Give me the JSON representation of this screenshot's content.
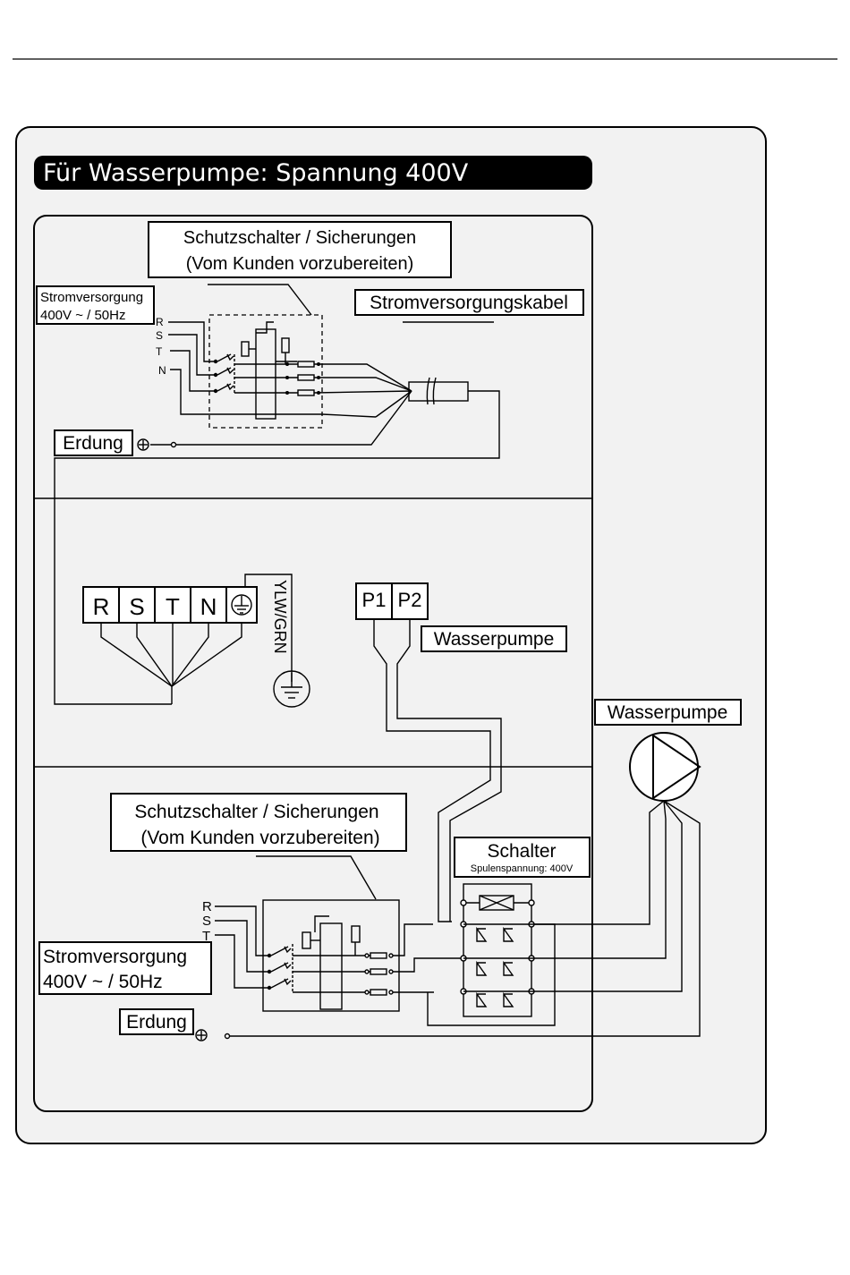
{
  "title": "Für Wasserpumpe: Spannung 400V",
  "top_section": {
    "breaker_label_line1": "Schutzschalter / Sicherungen",
    "breaker_label_line2": "(Vom Kunden vorzubereiten)",
    "power_supply_line1": "Stromversorgung",
    "power_supply_line2": "400V ~ / 50Hz",
    "cable_label": "Stromversorgungskabel",
    "phases": [
      "R",
      "S",
      "T",
      "N"
    ],
    "ground_label": "Erdung"
  },
  "middle_section": {
    "terminals": [
      "R",
      "S",
      "T",
      "N"
    ],
    "ground_wire_label": "YLW/GRN",
    "pump_terminals": [
      "P1",
      "P2"
    ],
    "pump_terminal_label": "Wasserpumpe"
  },
  "bottom_section": {
    "breaker_label_line1": "Schutzschalter / Sicherungen",
    "breaker_label_line2": "(Vom Kunden vorzubereiten)",
    "power_supply_line1": "Stromversorgung",
    "power_supply_line2": "400V ~ / 50Hz",
    "phases": [
      "R",
      "S",
      "T"
    ],
    "ground_label": "Erdung",
    "contactor_label": "Schalter",
    "contactor_sublabel": "Spulenspannung: 400V"
  },
  "pump_label": "Wasserpumpe",
  "colors": {
    "panel_bg": "#f2f2f2",
    "title_bg": "#000000",
    "line": "#000000"
  }
}
